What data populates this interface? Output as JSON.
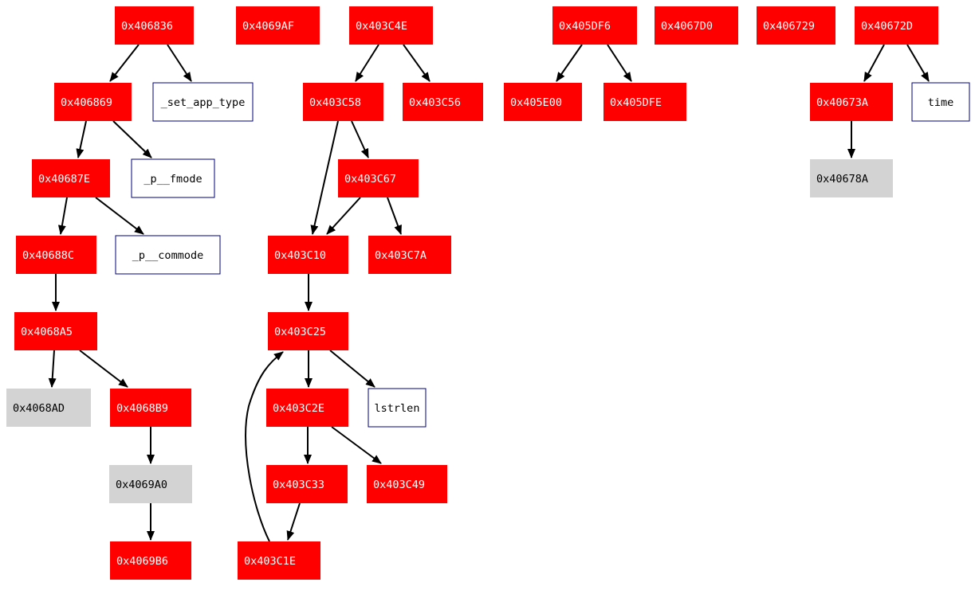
{
  "colors": {
    "function_fill": "#ff0000",
    "function_text": "#ffffff",
    "unresolved_fill": "#d3d3d3",
    "unresolved_text": "#000000",
    "import_fill": "#ffffff",
    "import_stroke": "#000080",
    "import_text": "#000000",
    "edge": "#000000"
  },
  "nodes": [
    {
      "id": "n406836",
      "label": "0x406836",
      "kind": "function"
    },
    {
      "id": "n4069AF",
      "label": "0x4069AF",
      "kind": "function"
    },
    {
      "id": "n403C4E",
      "label": "0x403C4E",
      "kind": "function"
    },
    {
      "id": "n405DF6",
      "label": "0x405DF6",
      "kind": "function"
    },
    {
      "id": "n4067D0",
      "label": "0x4067D0",
      "kind": "function"
    },
    {
      "id": "n406729",
      "label": "0x406729",
      "kind": "function"
    },
    {
      "id": "n40672D",
      "label": "0x40672D",
      "kind": "function"
    },
    {
      "id": "n406869",
      "label": "0x406869",
      "kind": "function"
    },
    {
      "id": "set_app_type",
      "label": "_set_app_type",
      "kind": "import"
    },
    {
      "id": "n403C58",
      "label": "0x403C58",
      "kind": "function"
    },
    {
      "id": "n403C56",
      "label": "0x403C56",
      "kind": "function"
    },
    {
      "id": "n405E00",
      "label": "0x405E00",
      "kind": "function"
    },
    {
      "id": "n405DFE",
      "label": "0x405DFE",
      "kind": "function"
    },
    {
      "id": "n40673A",
      "label": "0x40673A",
      "kind": "function"
    },
    {
      "id": "time",
      "label": "time",
      "kind": "import"
    },
    {
      "id": "n40687E",
      "label": "0x40687E",
      "kind": "function"
    },
    {
      "id": "p_fmode",
      "label": "_p__fmode",
      "kind": "import"
    },
    {
      "id": "n403C67",
      "label": "0x403C67",
      "kind": "function"
    },
    {
      "id": "n40678A",
      "label": "0x40678A",
      "kind": "unresolved"
    },
    {
      "id": "n40688C",
      "label": "0x40688C",
      "kind": "function"
    },
    {
      "id": "p_commode",
      "label": "_p__commode",
      "kind": "import"
    },
    {
      "id": "n403C10",
      "label": "0x403C10",
      "kind": "function"
    },
    {
      "id": "n403C7A",
      "label": "0x403C7A",
      "kind": "function"
    },
    {
      "id": "n4068A5",
      "label": "0x4068A5",
      "kind": "function"
    },
    {
      "id": "n403C25",
      "label": "0x403C25",
      "kind": "function"
    },
    {
      "id": "n4068AD",
      "label": "0x4068AD",
      "kind": "unresolved"
    },
    {
      "id": "n4068B9",
      "label": "0x4068B9",
      "kind": "function"
    },
    {
      "id": "n403C2E",
      "label": "0x403C2E",
      "kind": "function"
    },
    {
      "id": "lstrlen",
      "label": "lstrlen",
      "kind": "import"
    },
    {
      "id": "n4069A0",
      "label": "0x4069A0",
      "kind": "unresolved"
    },
    {
      "id": "n403C33",
      "label": "0x403C33",
      "kind": "function"
    },
    {
      "id": "n403C49",
      "label": "0x403C49",
      "kind": "function"
    },
    {
      "id": "n4069B6",
      "label": "0x4069B6",
      "kind": "function"
    },
    {
      "id": "n403C1E",
      "label": "0x403C1E",
      "kind": "function"
    }
  ],
  "edges": [
    {
      "from": "n406836",
      "to": "n406869"
    },
    {
      "from": "n406836",
      "to": "set_app_type"
    },
    {
      "from": "n406869",
      "to": "n40687E"
    },
    {
      "from": "n406869",
      "to": "p_fmode"
    },
    {
      "from": "n40687E",
      "to": "n40688C"
    },
    {
      "from": "n40687E",
      "to": "p_commode"
    },
    {
      "from": "n40688C",
      "to": "n4068A5"
    },
    {
      "from": "n4068A5",
      "to": "n4068AD"
    },
    {
      "from": "n4068A5",
      "to": "n4068B9"
    },
    {
      "from": "n4068B9",
      "to": "n4069A0"
    },
    {
      "from": "n4069A0",
      "to": "n4069B6"
    },
    {
      "from": "n403C4E",
      "to": "n403C58"
    },
    {
      "from": "n403C4E",
      "to": "n403C56"
    },
    {
      "from": "n403C58",
      "to": "n403C67"
    },
    {
      "from": "n403C58",
      "to": "n403C10"
    },
    {
      "from": "n403C67",
      "to": "n403C10"
    },
    {
      "from": "n403C67",
      "to": "n403C7A"
    },
    {
      "from": "n403C10",
      "to": "n403C25"
    },
    {
      "from": "n403C25",
      "to": "n403C2E"
    },
    {
      "from": "n403C25",
      "to": "lstrlen"
    },
    {
      "from": "n403C2E",
      "to": "n403C33"
    },
    {
      "from": "n403C2E",
      "to": "n403C49"
    },
    {
      "from": "n403C33",
      "to": "n403C1E"
    },
    {
      "from": "n403C1E",
      "to": "n403C25"
    },
    {
      "from": "n405DF6",
      "to": "n405E00"
    },
    {
      "from": "n405DF6",
      "to": "n405DFE"
    },
    {
      "from": "n40672D",
      "to": "n40673A"
    },
    {
      "from": "n40672D",
      "to": "time"
    },
    {
      "from": "n40673A",
      "to": "n40678A"
    }
  ]
}
